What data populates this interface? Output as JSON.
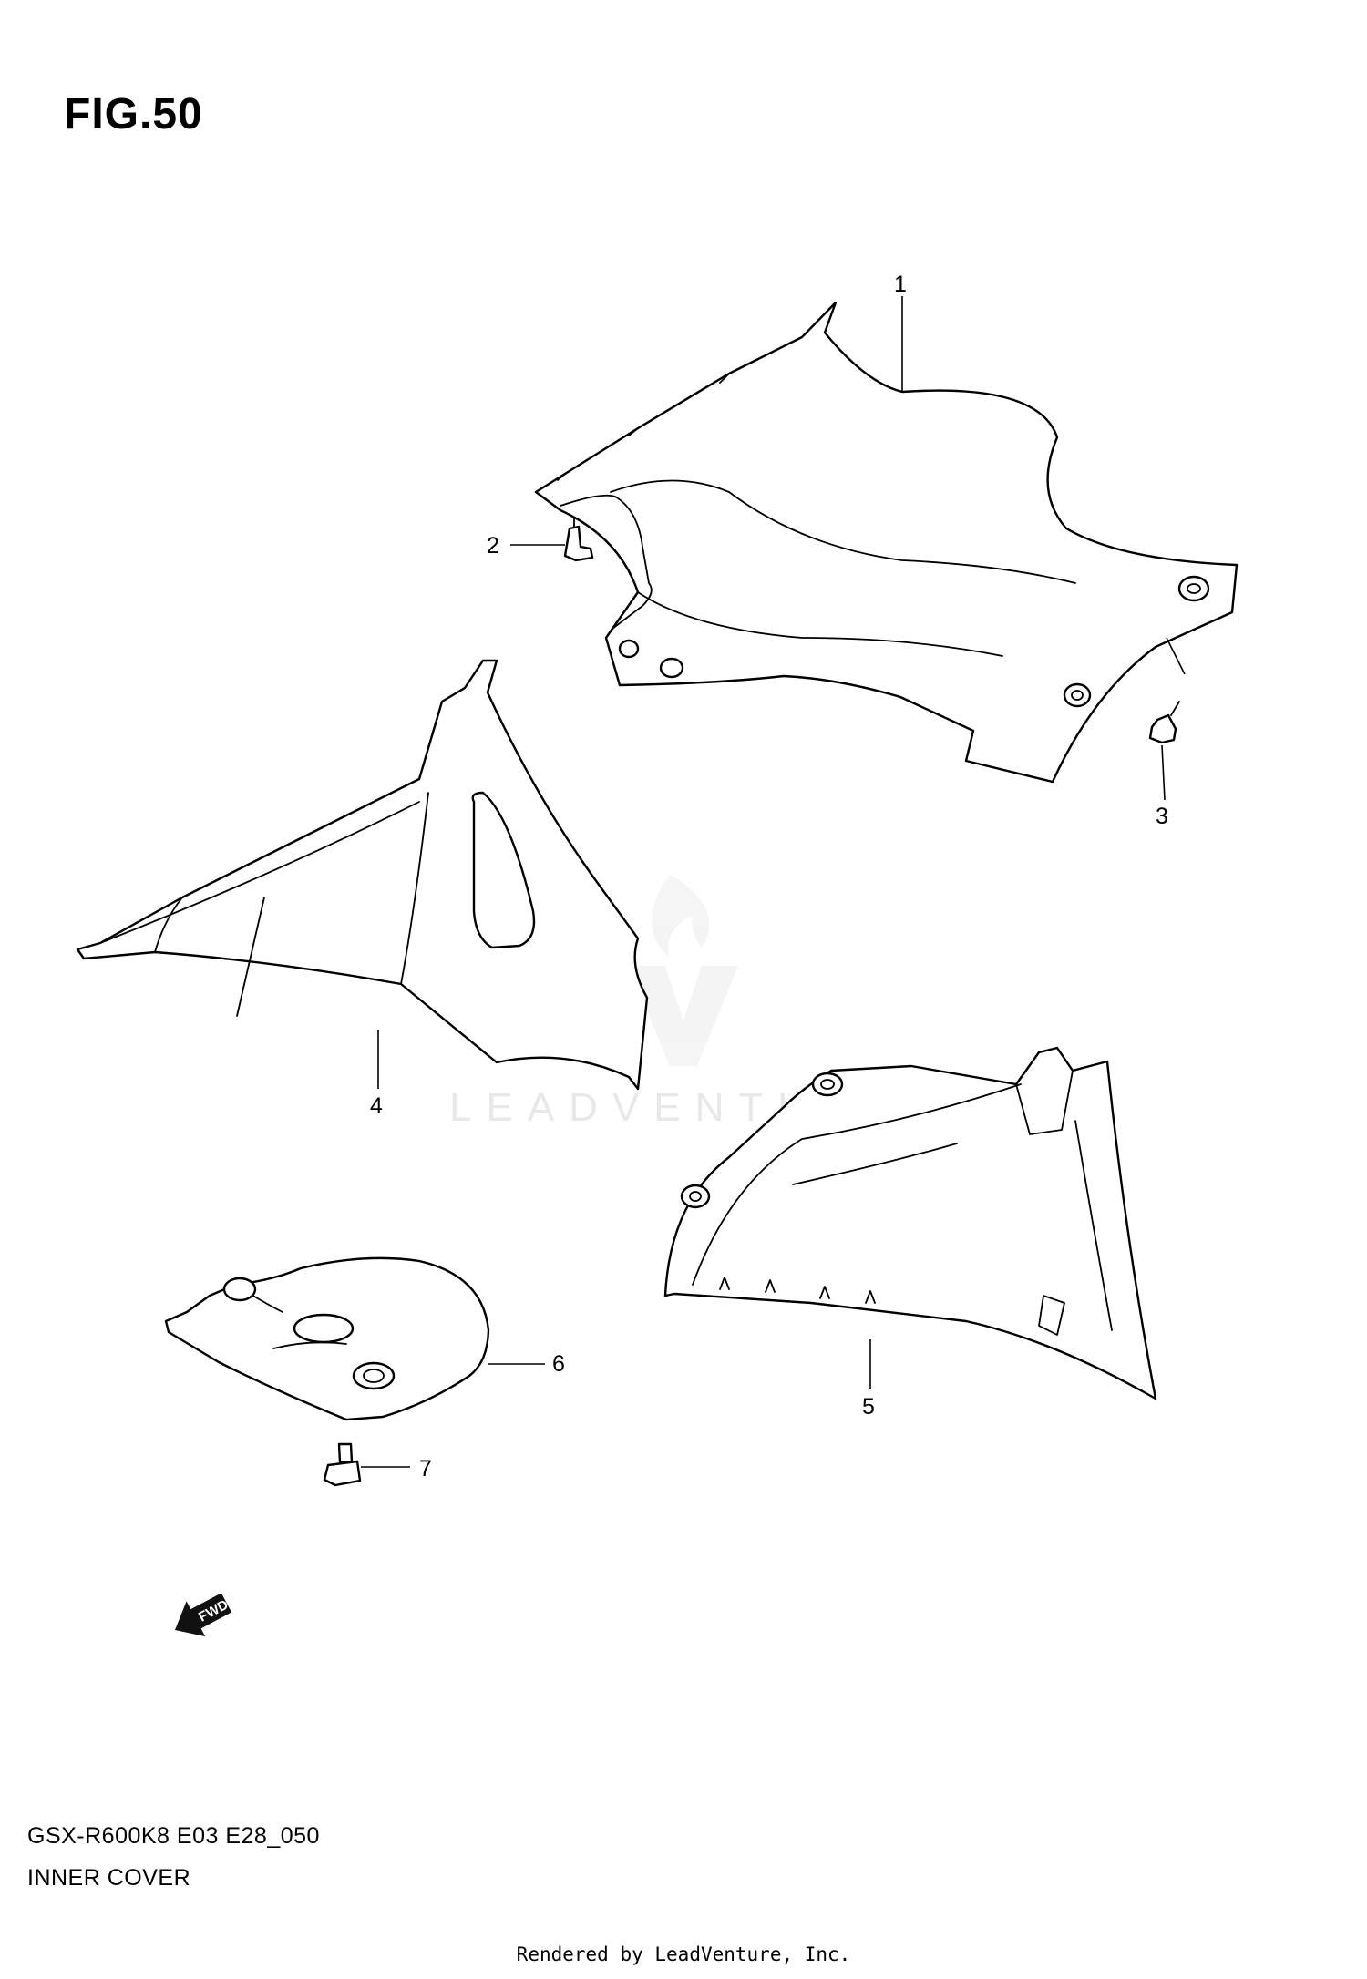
{
  "figure": {
    "title": "FIG.50"
  },
  "callouts": [
    {
      "id": "1",
      "label": "1"
    },
    {
      "id": "2",
      "label": "2"
    },
    {
      "id": "3",
      "label": "3"
    },
    {
      "id": "4",
      "label": "4"
    },
    {
      "id": "5",
      "label": "5"
    },
    {
      "id": "6",
      "label": "6"
    },
    {
      "id": "7",
      "label": "7"
    }
  ],
  "fwd_arrow": {
    "label": "FWD"
  },
  "watermark": {
    "text": "LEADVENTURE"
  },
  "footer": {
    "model_code": "GSX-R600K8 E03 E28_050",
    "section_name": "INNER COVER",
    "rendered_by": "Rendered by LeadVenture, Inc."
  }
}
